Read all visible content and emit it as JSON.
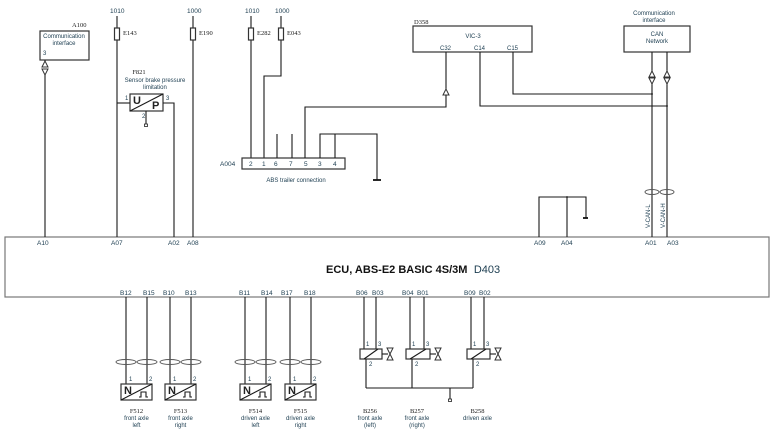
{
  "title": "ECU, ABS-E2 BASIC 4S/3M",
  "ecu": {
    "label": "ECU, ABS-E2 BASIC 4S/3M",
    "id": "D403",
    "top_pins": [
      "A10",
      "A07",
      "A02",
      "A08",
      "A09",
      "A04",
      "A01",
      "A03"
    ],
    "bottom_pins": [
      "B12",
      "B15",
      "B10",
      "B13",
      "B11",
      "B14",
      "B17",
      "B18",
      "B06",
      "B03",
      "B04",
      "B01",
      "B09",
      "B02"
    ]
  },
  "comm_interface": {
    "id": "A100",
    "label_line1": "Communication",
    "label_line2": "interface",
    "pin": "3"
  },
  "supply": {
    "f1_voltage": "1010",
    "f1_fuse": "E143",
    "f2_voltage": "1000",
    "f2_fuse": "E190",
    "f3_voltage": "1010",
    "f3_fuse": "E282",
    "f4_voltage": "1000",
    "f4_fuse": "E043"
  },
  "pressure_sensor": {
    "id": "F821",
    "label_line1": "Sensor brake pressure",
    "label_line2": "limitation",
    "symbol_u": "U",
    "symbol_p": "P",
    "pin1": "1",
    "pin2": "2",
    "pin3": "3"
  },
  "trailer": {
    "id": "A004",
    "label": "ABS trailer connection",
    "pins": [
      "2",
      "1",
      "6",
      "7",
      "5",
      "3",
      "4"
    ]
  },
  "vic": {
    "id": "D358",
    "label": "VIC-3",
    "pins": [
      "C32",
      "C14",
      "C15"
    ]
  },
  "can": {
    "header_line1": "Communication",
    "header_line2": "interface",
    "label_line1": "CAN",
    "label_line2": "Network",
    "wire_l": "V-CAN-L",
    "wire_h": "V-CAN-H"
  },
  "wheel_sensors": [
    {
      "id": "F512",
      "line1": "front axle",
      "line2": "left",
      "pin1": "1",
      "pin2": "2",
      "sym": "N"
    },
    {
      "id": "F513",
      "line1": "front axle",
      "line2": "right",
      "pin1": "1",
      "pin2": "2",
      "sym": "N"
    },
    {
      "id": "F514",
      "line1": "driven axle",
      "line2": "left",
      "pin1": "1",
      "pin2": "2",
      "sym": "N"
    },
    {
      "id": "F515",
      "line1": "driven axle",
      "line2": "right",
      "pin1": "1",
      "pin2": "2",
      "sym": "N"
    }
  ],
  "valves": [
    {
      "id": "B256",
      "line1": "front axle",
      "line2": "(left)",
      "pin1": "1",
      "pin2": "2",
      "pin3": "3"
    },
    {
      "id": "B257",
      "line1": "front axle",
      "line2": "(right)",
      "pin1": "1",
      "pin2": "2",
      "pin3": "3"
    },
    {
      "id": "B258",
      "line1": "driven axle",
      "line2": "",
      "pin1": "1",
      "pin2": "2",
      "pin3": "3"
    }
  ]
}
